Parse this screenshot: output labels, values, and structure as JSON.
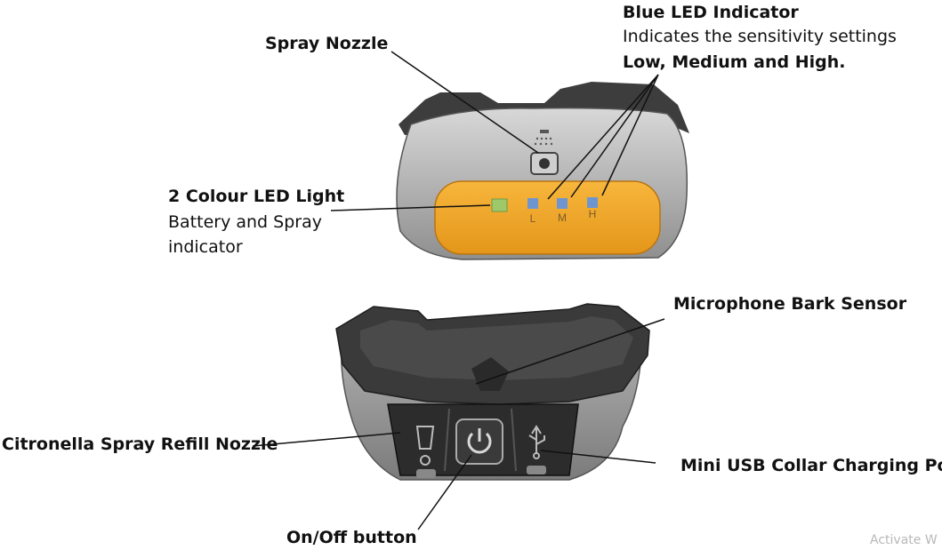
{
  "labels": {
    "spray_nozzle": "Spray Nozzle",
    "blue_led_title": "Blue LED Indicator",
    "blue_led_desc": "Indicates the sensitivity settings",
    "blue_led_levels": "Low, Medium and High.",
    "two_colour_title": "2 Colour LED Light",
    "two_colour_desc1": "Battery and Spray",
    "two_colour_desc2": "indicator",
    "microphone": "Microphone Bark Sensor",
    "citronella": "Citronella Spray Refill Nozzle",
    "usb_port": "Mini USB Collar Charging Port",
    "onoff": "On/Off button"
  },
  "led_letters": {
    "low": "L",
    "medium": "M",
    "high": "H"
  },
  "watermark": "Activate W",
  "colors": {
    "body_grey": "#9c9c9c",
    "rim_dark": "#3d3d3d",
    "amber_panel": "#f0a020",
    "green_led": "#9ec86a",
    "blue_led": "#6f95d0"
  }
}
